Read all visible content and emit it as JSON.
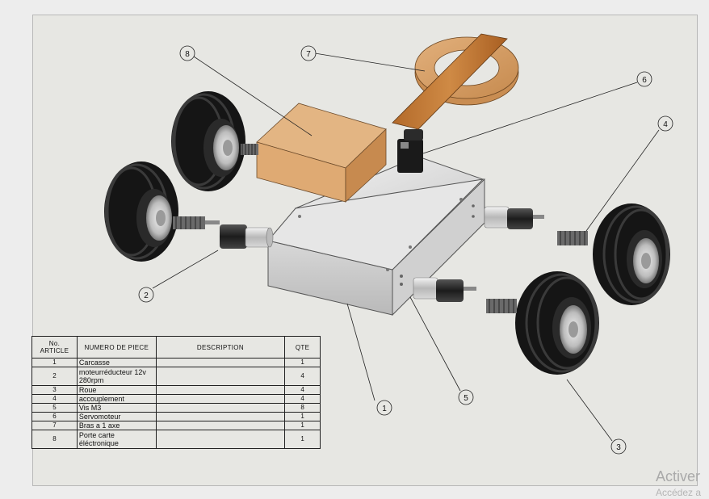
{
  "balloons": [
    "1",
    "2",
    "3",
    "4",
    "5",
    "6",
    "7",
    "8"
  ],
  "bom": {
    "headers": [
      "No. ARTICLE",
      "NUMERO DE PIECE",
      "DESCRIPTION",
      "QTE"
    ],
    "rows": [
      {
        "no": "1",
        "part": "Carcasse",
        "desc": "",
        "qty": "1"
      },
      {
        "no": "2",
        "part": "moteurréducteur 12v 280rpm",
        "desc": "",
        "qty": "4"
      },
      {
        "no": "3",
        "part": "Roue",
        "desc": "",
        "qty": "4"
      },
      {
        "no": "4",
        "part": "accouplement",
        "desc": "",
        "qty": "4"
      },
      {
        "no": "5",
        "part": "Vis M3",
        "desc": "",
        "qty": "8"
      },
      {
        "no": "6",
        "part": "Servomoteur",
        "desc": "",
        "qty": "1"
      },
      {
        "no": "7",
        "part": "Bras a 1 axe",
        "desc": "",
        "qty": "1"
      },
      {
        "no": "8",
        "part": "Porte carte éléctronique",
        "desc": "",
        "qty": "1"
      }
    ]
  },
  "watermark": {
    "title": "Activer",
    "subtitle": "Accédez a"
  }
}
